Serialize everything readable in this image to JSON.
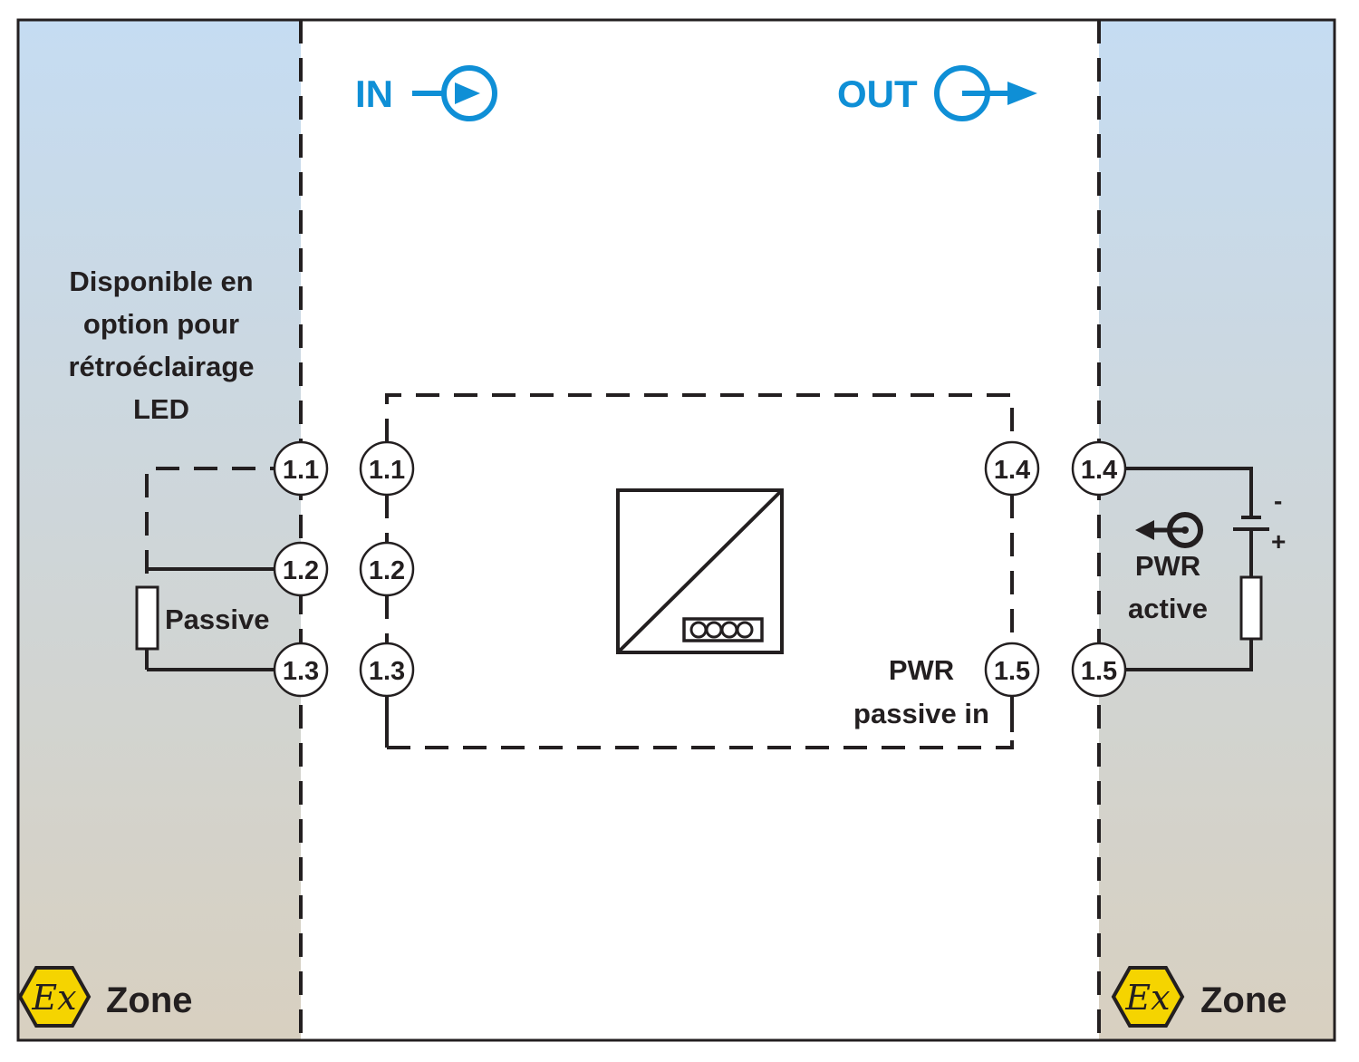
{
  "colors": {
    "zone_top": "#c5dcf2",
    "zone_bottom": "#d8d0c0",
    "accent_blue": "#0f8fd6",
    "ex_yellow": "#f5d400",
    "line": "#231f20"
  },
  "in_label": "IN",
  "out_label": "OUT",
  "left_zone": {
    "note_lines": [
      "Disponible en",
      "option pour",
      "rétroéclairage",
      "LED"
    ],
    "sensor_label": "Passive",
    "ex_symbol": "Ex",
    "zone_label": "Zone"
  },
  "right_zone": {
    "pwr_label": "PWR",
    "mode_label": "active",
    "minus": "-",
    "plus": "+",
    "ex_symbol": "Ex",
    "zone_label": "Zone"
  },
  "device": {
    "pwr_label": "PWR",
    "pwr_sub_label": "passive in",
    "icon": "converter-block-with-led-icon"
  },
  "terminals": {
    "left_outer": [
      "1.1",
      "1.2",
      "1.3"
    ],
    "left_inner": [
      "1.1",
      "1.2",
      "1.3"
    ],
    "right_inner": [
      "1.4",
      "1.5"
    ],
    "right_outer": [
      "1.4",
      "1.5"
    ]
  }
}
